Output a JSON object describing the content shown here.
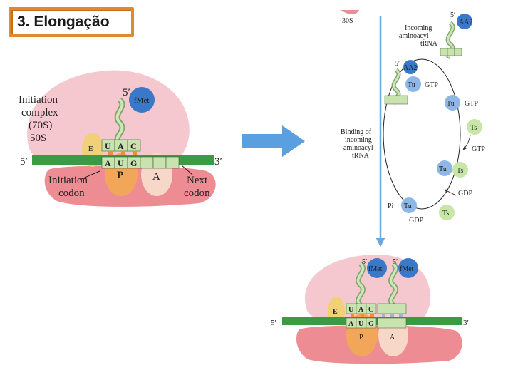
{
  "title": "3. Elongação",
  "colors": {
    "title_border": "#e08a2c",
    "ribosome_large": "#f5c8cf",
    "ribosome_small": "#ee8c93",
    "mrna": "#3a9a46",
    "trna_stem": "#a9d08e",
    "aa_ball": "#3a78c9",
    "tu_ball": "#8eb6e6",
    "ts_ball": "#c8e6a8",
    "p_site": "#f2a65a",
    "e_site": "#f1d077",
    "a_site": "#f6d7c8",
    "arrow_blue": "#5aa0e0"
  },
  "left": {
    "initiation_complex": [
      "Initiation",
      "complex",
      "(70S)",
      "50S"
    ],
    "five_prime_top": "5′",
    "fmet": "fMet",
    "anticodon": [
      "U",
      "A",
      "C"
    ],
    "codon": [
      "A",
      "U",
      "G"
    ],
    "site_e": "E",
    "site_p": "P",
    "site_a": "A",
    "mrna_5": "5′",
    "mrna_3": "3′",
    "initiation_codon": [
      "Initiation",
      "codon"
    ],
    "next_codon": [
      "Next",
      "codon"
    ]
  },
  "cycle": {
    "top_30s": "30S",
    "five_prime_a": "5′",
    "aa2_a": "AA2",
    "incoming": [
      "Incoming",
      "aminoacyl-",
      "tRNA"
    ],
    "five_prime_b": "5′",
    "aa2_b": "AA2",
    "tu": "Tu",
    "gtp": "GTP",
    "tu_gtp": "Tu",
    "gtp2": "GTP",
    "ts": "Ts",
    "gtp3": "GTP",
    "binding": [
      "Binding of",
      "incoming",
      "aminoacyl-",
      "tRNA"
    ],
    "tu_ts_tu": "Tu",
    "tu_ts_ts": "Ts",
    "gdp": "GDP",
    "pi": "Pi",
    "tu_gdp": "Tu",
    "gdp2": "GDP",
    "ts_bottom": "Ts"
  },
  "bottom": {
    "five_prime_1": "5′",
    "five_prime_2": "5′",
    "fmet_1": "fMet",
    "fmet_2": "fMet",
    "anticodon": [
      "U",
      "A",
      "C"
    ],
    "codon": [
      "A",
      "U",
      "G"
    ],
    "site_e": "E",
    "site_p": "P",
    "site_a": "A",
    "mrna_5": "5′",
    "mrna_3": "3′"
  }
}
